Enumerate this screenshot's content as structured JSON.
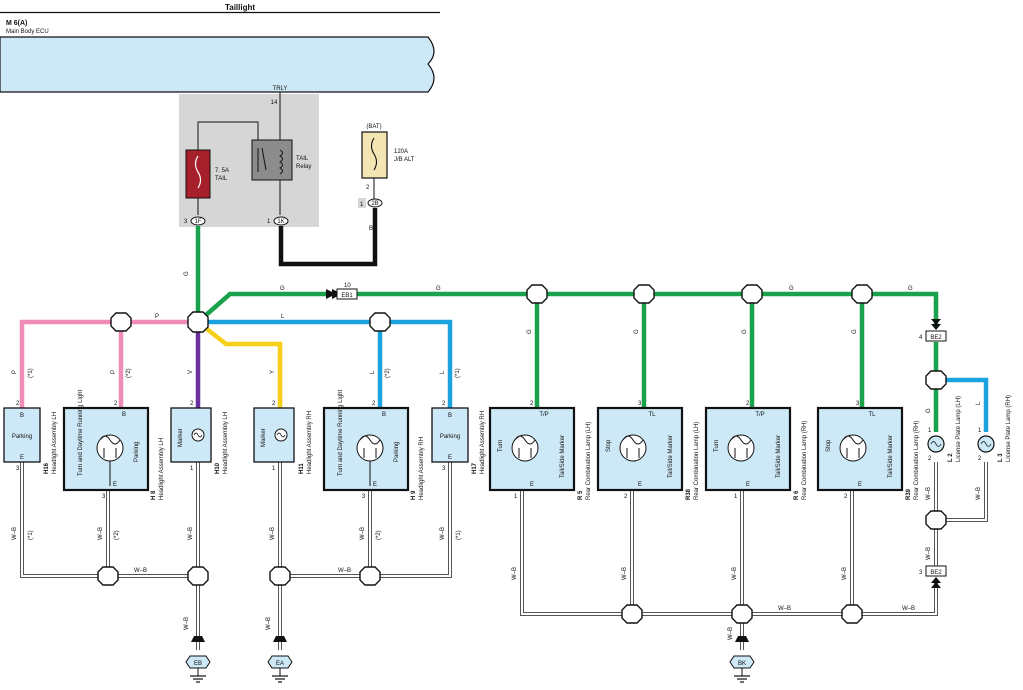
{
  "header": {
    "title": "Taillight",
    "ecu_code": "M 6(A)",
    "ecu_name": "Main Body ECU",
    "trly_label": "TRLY",
    "trly_pin": "14"
  },
  "fuse_block": {
    "fuse_label_1": "7. 5A",
    "fuse_label_2": "TAIL",
    "relay_label_1": "TAIL",
    "relay_label_2": "Relay",
    "pin_left": "3",
    "conn_left": "1F",
    "pin_right": "1",
    "conn_right": "1K"
  },
  "battery": {
    "bat_label": "(BAT)",
    "fuse_label_1": "120A",
    "fuse_label_2": "J/B ALT",
    "pin_top": "2",
    "pin_left": "1",
    "conn": "2B"
  },
  "wire_colors": {
    "g": "G",
    "p": "P",
    "l": "L",
    "v": "V",
    "y": "Y",
    "b": "B",
    "wb": "W–B"
  },
  "eb1": {
    "code": "EB1",
    "pin": "10"
  },
  "be2": {
    "code": "BE2",
    "pin_top": "4",
    "pin_bottom": "3"
  },
  "option_marks": {
    "p1": "(*1)",
    "p2": "(*2)"
  },
  "components": {
    "h16": {
      "code": "H16",
      "name": "Headlight Assembly LH",
      "inner": "Parking",
      "top": "B",
      "bottom": "E",
      "pin_top": "2",
      "pin_bottom": "3"
    },
    "h8": {
      "code": "H 8",
      "name": "Headlight Assembly LH",
      "inner_left": "Turn and Daytime Running Light",
      "inner_right": "Parking",
      "top": "B",
      "bottom": "E",
      "pin_top": "2",
      "pin_bottom": "3"
    },
    "h10": {
      "code": "H10",
      "name": "Headlight Assembly LH",
      "inner": "Marker",
      "pin_top": "2",
      "pin_bottom": "1"
    },
    "h11": {
      "code": "H11",
      "name": "Headlight Assembly RH",
      "inner": "Marker",
      "pin_top": "2",
      "pin_bottom": "1"
    },
    "h9": {
      "code": "H 9",
      "name": "Headlight Assembly RH",
      "inner_left": "Turn and Daytime Running Light",
      "inner_right": "Parking",
      "top": "B",
      "bottom": "E",
      "pin_top": "2",
      "pin_bottom": "3"
    },
    "h17": {
      "code": "H17",
      "name": "Headlight Assembly RH",
      "inner": "Parking",
      "top": "B",
      "bottom": "E",
      "pin_top": "2",
      "pin_bottom": "3"
    },
    "r5": {
      "code": "R 5",
      "name": "Rear Combination Lamp (LH)",
      "inner_left": "Turn",
      "inner_right": "Tail/Side Marker",
      "top": "T/P",
      "bottom": "E",
      "pin_top": "2",
      "pin_bottom": "1"
    },
    "r38": {
      "code": "R38",
      "name": "Rear Combination Lamp (LH)",
      "inner_left": "Stop",
      "inner_right": "Tail/Side Marker",
      "top": "TL",
      "bottom": "E",
      "pin_top": "3",
      "pin_bottom": "2"
    },
    "r6": {
      "code": "R 6",
      "name": "Rear Combination Lamp (RH)",
      "inner_left": "Turn",
      "inner_right": "Tail/Side Marker",
      "top": "T/P",
      "bottom": "E",
      "pin_top": "2",
      "pin_bottom": "1"
    },
    "r39": {
      "code": "R39",
      "name": "Rear Combination Lamp (RH)",
      "inner_left": "Stop",
      "inner_right": "Tail/Side Marker",
      "top": "TL",
      "bottom": "E",
      "pin_top": "3",
      "pin_bottom": "2"
    },
    "l2": {
      "code": "L 2",
      "name": "License Plate Lamp (LH)",
      "pin_top": "1",
      "pin_bottom": "2"
    },
    "l3": {
      "code": "L 3",
      "name": "License Plate Lamp (RH)",
      "pin_top": "1",
      "pin_bottom": "2"
    }
  },
  "grounds": {
    "eb": "EB",
    "ea": "EA",
    "bk": "BK"
  },
  "colors": {
    "green": "#1aa14b",
    "pink": "#f08cb8",
    "blue": "#1ba3e0",
    "purple": "#6b2f9e",
    "yellow": "#f6cf17",
    "black": "#111111",
    "fuse_red": "#a5202a",
    "fuse_cream": "#f3e6b4",
    "component_fill": "#cde8f6",
    "block_gray": "#d6d6d6"
  }
}
